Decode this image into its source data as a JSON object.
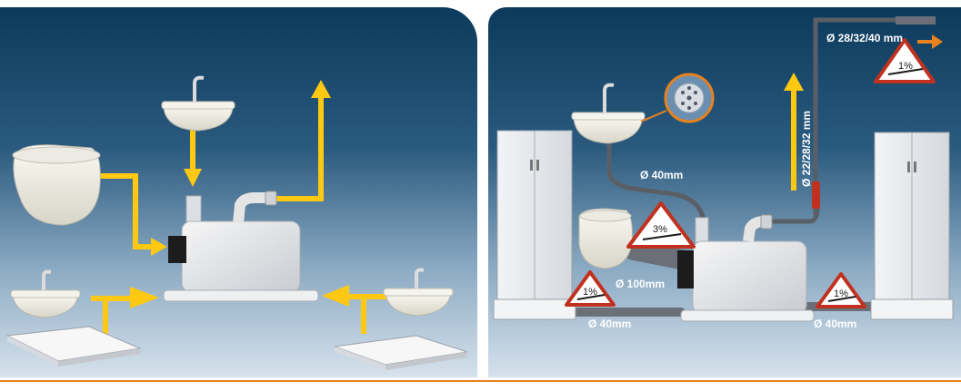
{
  "labels": {
    "pipe_top": "Ø 28/32/40 mm",
    "pipe_vertical": "Ø 22/28/32 mm",
    "pipe_sink": "Ø 40mm",
    "pipe_toilet": "Ø 100mm",
    "pipe_shower_left": "Ø 40mm",
    "pipe_shower_right": "Ø 40mm"
  },
  "slopes": {
    "top": "1%",
    "toilet": "3%",
    "shower_left": "1%",
    "shower_right": "1%"
  },
  "colors": {
    "background_top": "#0c3a5c",
    "arrow_yellow": "#ffc812",
    "arrow_orange": "#e8821e",
    "warning_red": "#c0311f",
    "pipe_grey": "#5a5f66",
    "divider_orange": "#e8821e"
  },
  "icons": {
    "warning": "warning-triangle-icon",
    "filter": "drain-filter-icon"
  }
}
